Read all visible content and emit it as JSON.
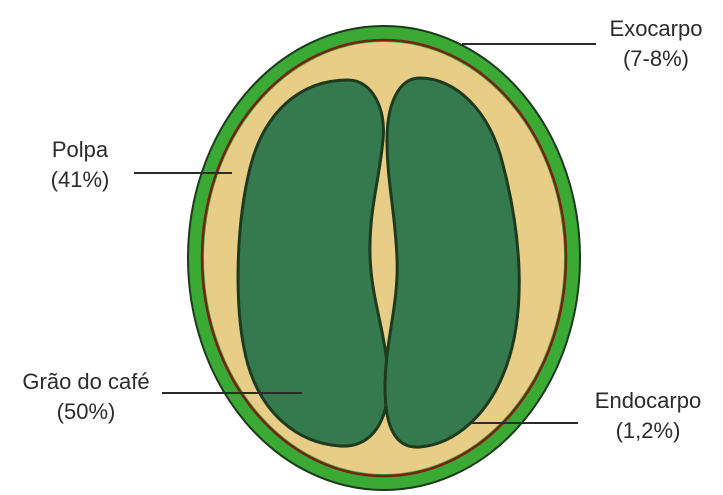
{
  "diagram": {
    "colors": {
      "exocarp": "#3aaa35",
      "endocarp_line": "#7a1f12",
      "pulp": "#e8cd87",
      "bean": "#357a4e",
      "outline": "#1d3a1f",
      "leader": "#2b2b2b"
    },
    "labels": {
      "exocarpo": {
        "name": "Exocarpo",
        "pct": "(7-8%)"
      },
      "polpa": {
        "name": "Polpa",
        "pct": "(41%)"
      },
      "grao": {
        "name": "Grão do café",
        "pct": "(50%)"
      },
      "endocarpo": {
        "name": "Endocarpo",
        "pct": "(1,2%)"
      }
    }
  }
}
